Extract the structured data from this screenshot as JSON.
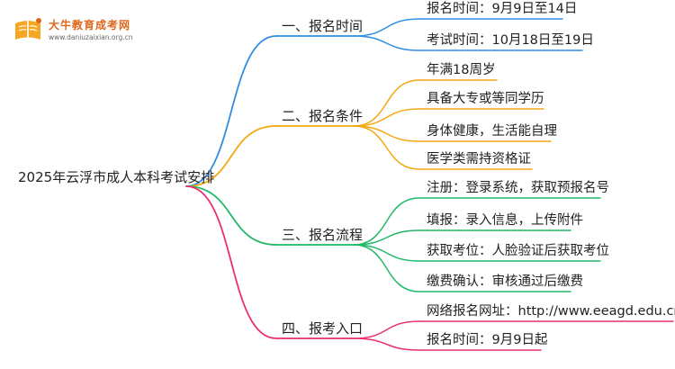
{
  "logo": {
    "name": "大牛教育成考网",
    "site": "www.daniuzaixian.org.cn"
  },
  "root": {
    "text": "2025年云浮市成人本科考试安排"
  },
  "branches": [
    {
      "label": "一、报名时间",
      "color": "#2f8de4",
      "leaves": [
        "报名时间：9月9日至14日",
        "考试时间：10月18日至19日"
      ]
    },
    {
      "label": "二、报名条件",
      "color": "#f2a911",
      "leaves": [
        "年满18周岁",
        "具备大专或等同学历",
        "身体健康，生活能自理",
        "医学类需持资格证"
      ]
    },
    {
      "label": "三、报名流程",
      "color": "#1fb866",
      "leaves": [
        "注册：登录系统，获取预报名号",
        "填报：录入信息，上传附件",
        "获取考位：人脸验证后获取考位",
        "缴费确认：审核通过后缴费"
      ]
    },
    {
      "label": "四、报考入口",
      "color": "#ea2f6e",
      "leaves": [
        "网络报名网址：http://www.eeagd.edu.cn/cr",
        "报名时间：9月9日起"
      ]
    }
  ]
}
